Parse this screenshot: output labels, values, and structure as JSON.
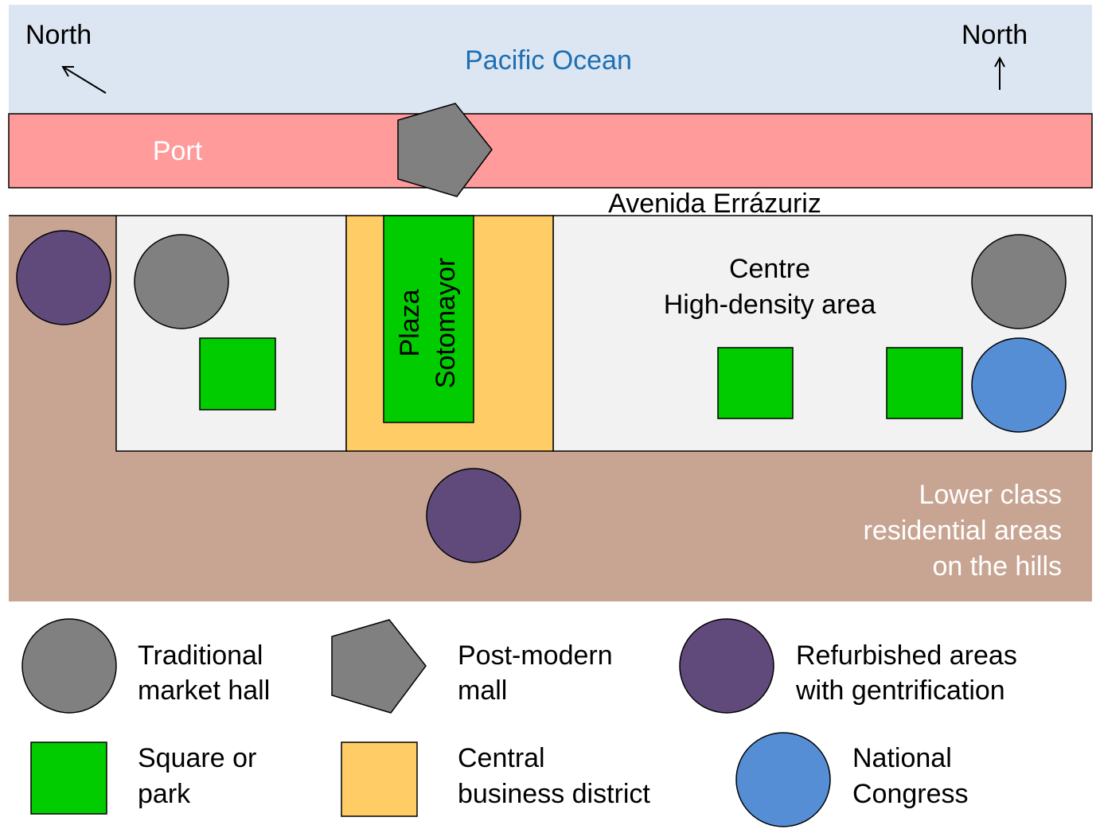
{
  "map": {
    "north_left": "North",
    "north_right": "North",
    "ocean": "Pacific Ocean",
    "port": "Port",
    "avenue": "Avenida Errázuriz",
    "plaza_line1": "Plaza",
    "plaza_line2": "Sotomayor",
    "centre_line1": "Centre",
    "centre_line2": "High-density area",
    "hills_line1": "Lower class",
    "hills_line2": "residential areas",
    "hills_line3": "on the hills"
  },
  "legend": {
    "market_hall": [
      "Traditional",
      "market hall"
    ],
    "mall": [
      "Post-modern",
      "mall"
    ],
    "refurbished": [
      "Refurbished areas",
      "with gentrification"
    ],
    "square": [
      "Square or",
      "park"
    ],
    "cbd": [
      "Central",
      "business district"
    ],
    "congress": [
      "National",
      "Congress"
    ]
  },
  "colors": {
    "ocean": "#dce6f2",
    "port": "#ff9b9b",
    "hills": "#c8a593",
    "centre": "#f2f2f2",
    "cbd": "#ffcc66",
    "square": "#00cc00",
    "market_hall": "#808080",
    "refurbished": "#604a7b",
    "congress": "#558ed5",
    "ocean_text": "#1f6fb3"
  }
}
